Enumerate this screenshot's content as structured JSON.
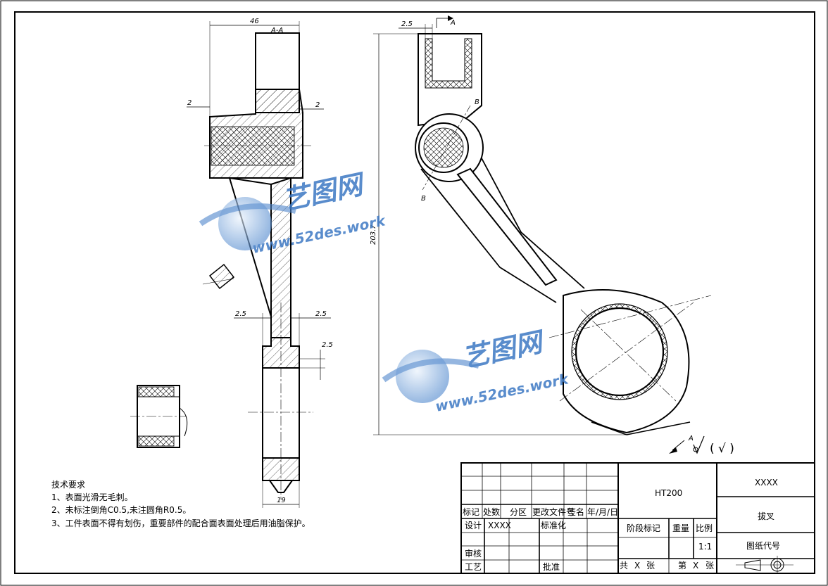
{
  "section_label": "A-A",
  "dims": {
    "width_46": "46",
    "offset_2_left": "2",
    "offset_2_right": "2",
    "d25_left": "2.5",
    "d25_right": "2.5",
    "d25_side": "2.5",
    "width_19": "19",
    "top_25": "2.5",
    "height_2037": "203.7",
    "view_a": "A",
    "cut_b_top": "B",
    "cut_b_bottom": "B",
    "rough_a": "A",
    "rough_symbol": "( √ )"
  },
  "tech": {
    "title": "技术要求",
    "items": [
      "1、表面光滑无毛刺。",
      "2、未标注倒角C0.5,未注圆角R0.5。",
      "3、工件表面不得有划伤，重要部件的配合面表面处理后用油脂保护。"
    ]
  },
  "title_block": {
    "material": "HT200",
    "company": "XXXX",
    "part_name": "拔叉",
    "drawing_no_label": "图纸代号",
    "mark": "标记",
    "count": "处数",
    "zone": "分区",
    "change_doc": "更改文件号",
    "sign": "签名",
    "date": "年/月/日",
    "design": "设计",
    "designer": "XXXX",
    "standard": "标准化",
    "stage_mark": "阶段标记",
    "weight": "重量",
    "scale_label": "比例",
    "scale": "1:1",
    "review": "审核",
    "process": "工艺",
    "approve": "批准",
    "total": "共",
    "sheets_x1": "X",
    "zhang1": "张",
    "page": "第",
    "sheets_x2": "X",
    "zhang2": "张"
  },
  "watermark": {
    "cn": "艺图网",
    "url": "www.52des.work"
  }
}
